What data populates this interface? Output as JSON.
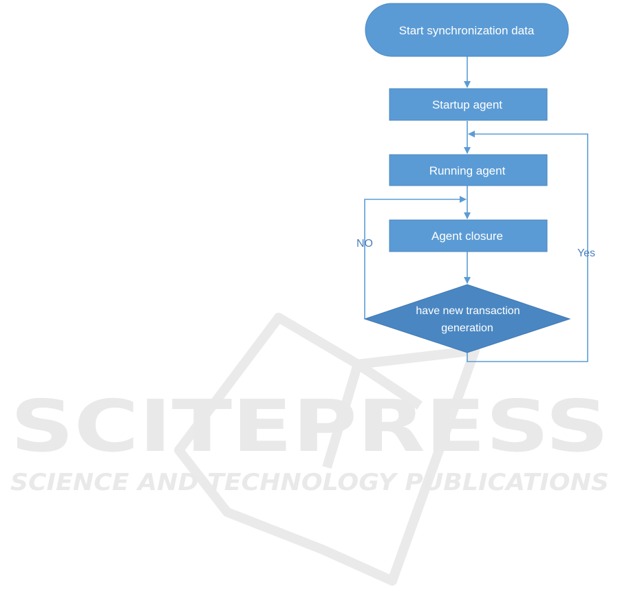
{
  "flowchart": {
    "start": "Start synchronization data",
    "startup": "Startup agent",
    "running": "Running agent",
    "closure": "Agent closure",
    "decision_line1": "have new transaction",
    "decision_line2": "generation",
    "no_label": "NO",
    "yes_label": "Yes"
  },
  "watermark": {
    "title": "SCITEPRESS",
    "subtitle": "SCIENCE AND TECHNOLOGY PUBLICATIONS"
  },
  "colors": {
    "node_fill": "#5b9bd5",
    "node_stroke": "#4a87c0",
    "connector": "#5b9bd5",
    "node_text": "#ffffff",
    "label_text": "#4a7fbf",
    "watermark": "#e9e9e9"
  }
}
